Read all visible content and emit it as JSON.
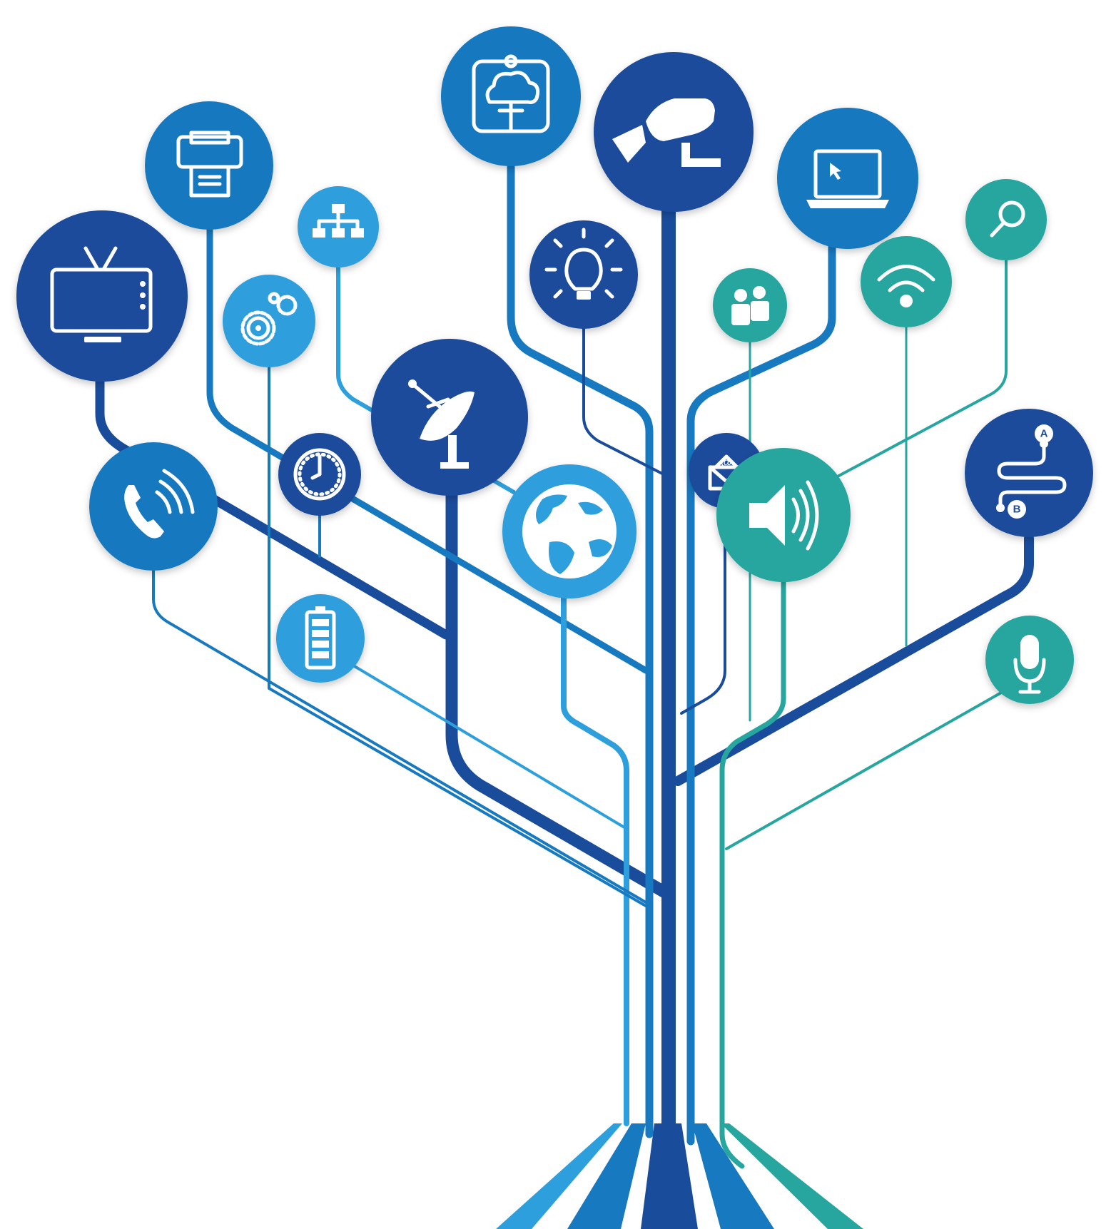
{
  "palette": {
    "navy": "#1a4c9c",
    "mid_blue": "#1779c0",
    "light_blue": "#2d9fdc",
    "teal": "#26a69f",
    "background": "#ffffff"
  },
  "nodes": [
    {
      "id": "tv",
      "icon": "tv-icon",
      "color": "navy"
    },
    {
      "id": "printer",
      "icon": "printer-icon",
      "color": "mid_blue"
    },
    {
      "id": "cloud",
      "icon": "cloud-network-icon",
      "color": "mid_blue"
    },
    {
      "id": "camera",
      "icon": "security-camera-icon",
      "color": "navy"
    },
    {
      "id": "laptop",
      "icon": "laptop-icon",
      "color": "mid_blue"
    },
    {
      "id": "search",
      "icon": "search-icon",
      "color": "teal"
    },
    {
      "id": "sitemap",
      "icon": "sitemap-icon",
      "color": "light_blue"
    },
    {
      "id": "gears",
      "icon": "gears-icon",
      "color": "light_blue"
    },
    {
      "id": "lightbulb",
      "icon": "lightbulb-icon",
      "color": "navy"
    },
    {
      "id": "users",
      "icon": "users-icon",
      "color": "teal"
    },
    {
      "id": "wifi",
      "icon": "wifi-icon",
      "color": "teal"
    },
    {
      "id": "satellite",
      "icon": "satellite-dish-icon",
      "color": "navy"
    },
    {
      "id": "phone",
      "icon": "phone-icon",
      "color": "mid_blue"
    },
    {
      "id": "clock",
      "icon": "clock-icon",
      "color": "navy"
    },
    {
      "id": "globe",
      "icon": "globe-icon",
      "color": "light_blue"
    },
    {
      "id": "email",
      "icon": "email-icon",
      "color": "navy"
    },
    {
      "id": "speaker",
      "icon": "speaker-icon",
      "color": "teal"
    },
    {
      "id": "route",
      "icon": "route-icon",
      "color": "navy",
      "labels": [
        "A",
        "B"
      ]
    },
    {
      "id": "battery",
      "icon": "battery-icon",
      "color": "light_blue"
    },
    {
      "id": "microphone",
      "icon": "microphone-icon",
      "color": "teal"
    }
  ]
}
